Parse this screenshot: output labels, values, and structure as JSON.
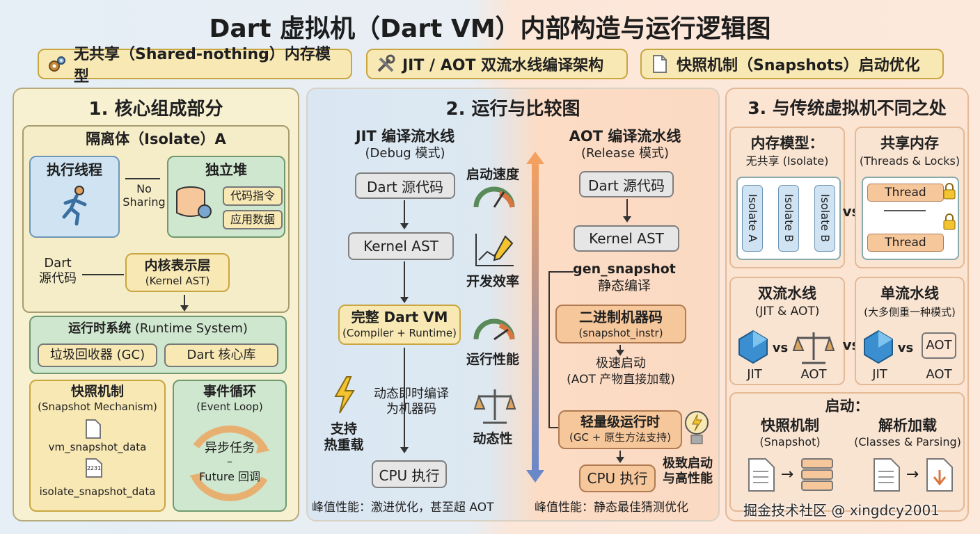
{
  "title": "Dart 虚拟机（Dart VM）内部构造与运行逻辑图",
  "headers": [
    "无共享（Shared-nothing）内存模型",
    "JIT / AOT 双流水线编译架构",
    "快照机制（Snapshots）启动优化"
  ],
  "panel1": {
    "title": "1. 核心组成部分",
    "isolate": "隔离体（Isolate）A",
    "exec_thread": "执行线程",
    "heap": "独立堆",
    "code_instr": "代码指令",
    "app_data": "应用数据",
    "no_sharing": "No\nSharing",
    "dart_src": "Dart\n源代码",
    "kernel_title": "内核表示层",
    "kernel_sub": "(Kernel AST)",
    "runtime_title": "运行时系统",
    "runtime_sub": "(Runtime System)",
    "gc": "垃圾回收器 (GC)",
    "core_lib": "Dart 核心库",
    "snapshot_title": "快照机制",
    "snapshot_sub": "(Snapshot Mechanism)",
    "vm_snapshot": "vm_snapshot_data",
    "iso_snapshot": "isolate_snapshot_data",
    "file_num": "2231",
    "event_title": "事件循环",
    "event_sub": "(Event Loop)",
    "async_task": "异步任务",
    "dash": "–",
    "future_cb": "Future 回调"
  },
  "panel2": {
    "title": "2. 运行与比较图",
    "jit_title": "JIT 编译流水线",
    "jit_mode": "(Debug 模式)",
    "aot_title": "AOT 编译流水线",
    "aot_mode": "(Release 模式)",
    "jit_src": "Dart 源代码",
    "jit_kernel": "Kernel AST",
    "jit_vm": "完整 Dart VM",
    "jit_vm_sub": "(Compiler + Runtime)",
    "jit_dyn": "动态即时编译\n为机器码",
    "hot_reload": "支持\n热重载",
    "jit_cpu": "CPU 执行",
    "aot_src": "Dart 源代码",
    "aot_kernel": "Kernel AST",
    "gen_snapshot": "gen_snapshot",
    "static_comp": "静态编译",
    "binary": "二进制机器码",
    "binary_sub": "(snapshot_instr)",
    "fast_start": "极速启动",
    "fast_start_sub": "(AOT 产物直接加载)",
    "light_rt": "轻量级运行时",
    "light_rt_sub": "(GC + 原生方法支持)",
    "aot_cpu": "CPU 执行",
    "aot_note": "极致启动\n与高性能",
    "m_start": "启动速度",
    "m_dev": "开发效率",
    "m_run": "运行性能",
    "m_dyn": "动态性",
    "jit_peak": "峰值性能：激进优化，甚至超 AOT",
    "aot_peak": "峰值性能：静态最佳猜测优化"
  },
  "panel3": {
    "title": "3. 与传统虚拟机不同之处",
    "mem_model": "内存模型：",
    "mem_model_sub": "无共享 (Isolate)",
    "shared": "共享内存",
    "shared_sub": "(Threads & Locks)",
    "iso_a": "Isolate A",
    "iso_b": "Isolate B",
    "thread": "Thread",
    "vs": "vs",
    "dual": "双流水线",
    "dual_sub": "(JIT & AOT)",
    "single": "单流水线",
    "single_sub": "(大多侧重一种模式)",
    "jit": "JIT",
    "aot": "AOT",
    "aot_box": "AOT",
    "startup": "启动：",
    "snap": "快照机制",
    "snap_sub": "(Snapshot)",
    "parse": "解析加载",
    "parse_sub": "(Classes & Parsing)"
  },
  "watermark": "掘金技术社区 @ xingdcy2001",
  "colors": {
    "panel_yellow": "#f7f1d2",
    "green": "#cfe6cf",
    "blue": "#cfe3f3",
    "orange": "#f6c79b",
    "gold": "#f8e8b4"
  }
}
